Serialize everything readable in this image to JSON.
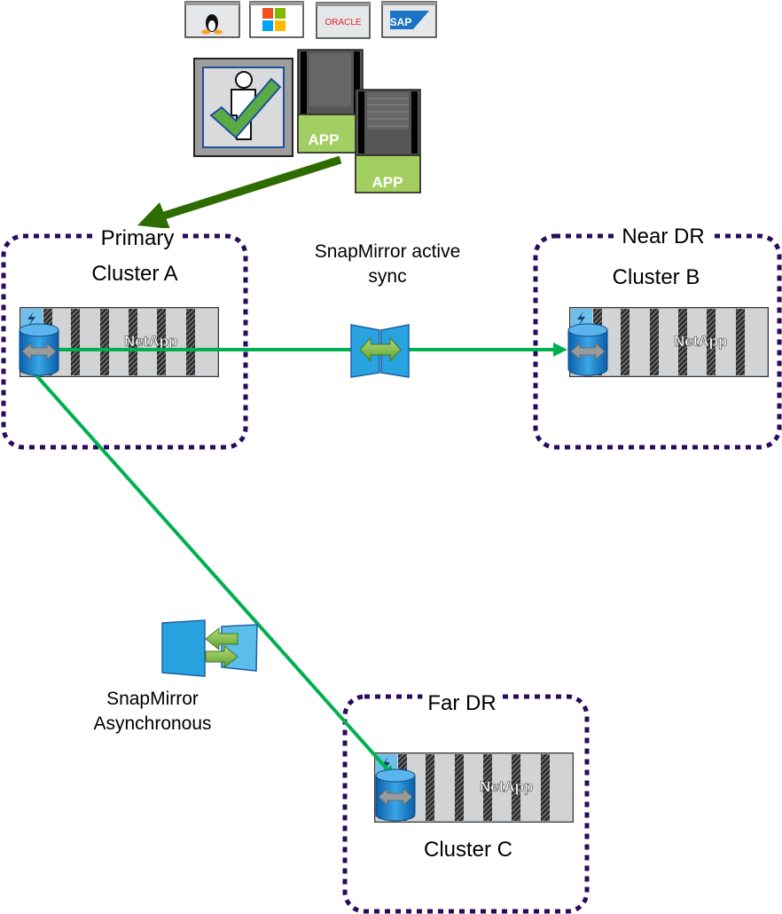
{
  "top_logos": {
    "linux": "linux-penguin",
    "windows": "windows-logo",
    "oracle": "ORACLE",
    "sap": "SAP"
  },
  "app_servers": {
    "label": "APP"
  },
  "clusters": {
    "primary": {
      "site": "Primary",
      "name": "Cluster A"
    },
    "near": {
      "site": "Near DR",
      "name": "Cluster B"
    },
    "far": {
      "site": "Far DR",
      "name": "Cluster C"
    }
  },
  "array_brand": "NetApp",
  "links": {
    "sync": {
      "line1": "SnapMirror active",
      "line2": "sync"
    },
    "async": {
      "line1": "SnapMirror",
      "line2": "Asynchronous"
    }
  },
  "colors": {
    "replication_line": "#00b050",
    "host_arrow": "#2e6b00",
    "cluster_border": "#2b0a5e",
    "snapmirror_blue": "#29a3df",
    "app_green": "#a3cf62"
  }
}
